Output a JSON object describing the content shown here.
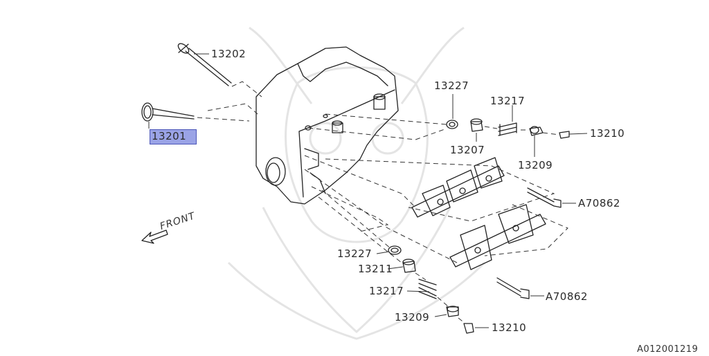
{
  "diagram": {
    "front_label": "FRONT",
    "figure_code": "A012001219",
    "highlight_color": "#9aa3e6",
    "parts": {
      "p13202": "13202",
      "p13201": "13201",
      "p13227_top": "13227",
      "p13217_top": "13217",
      "p13207": "13207",
      "p13209_top": "13209",
      "p13210_top": "13210",
      "pA70862_top": "A70862",
      "p13227_bottom": "13227",
      "p13211": "13211",
      "p13217_bottom": "13217",
      "p13209_bottom": "13209",
      "p13210_bottom": "13210",
      "pA70862_bottom": "A70862"
    }
  }
}
